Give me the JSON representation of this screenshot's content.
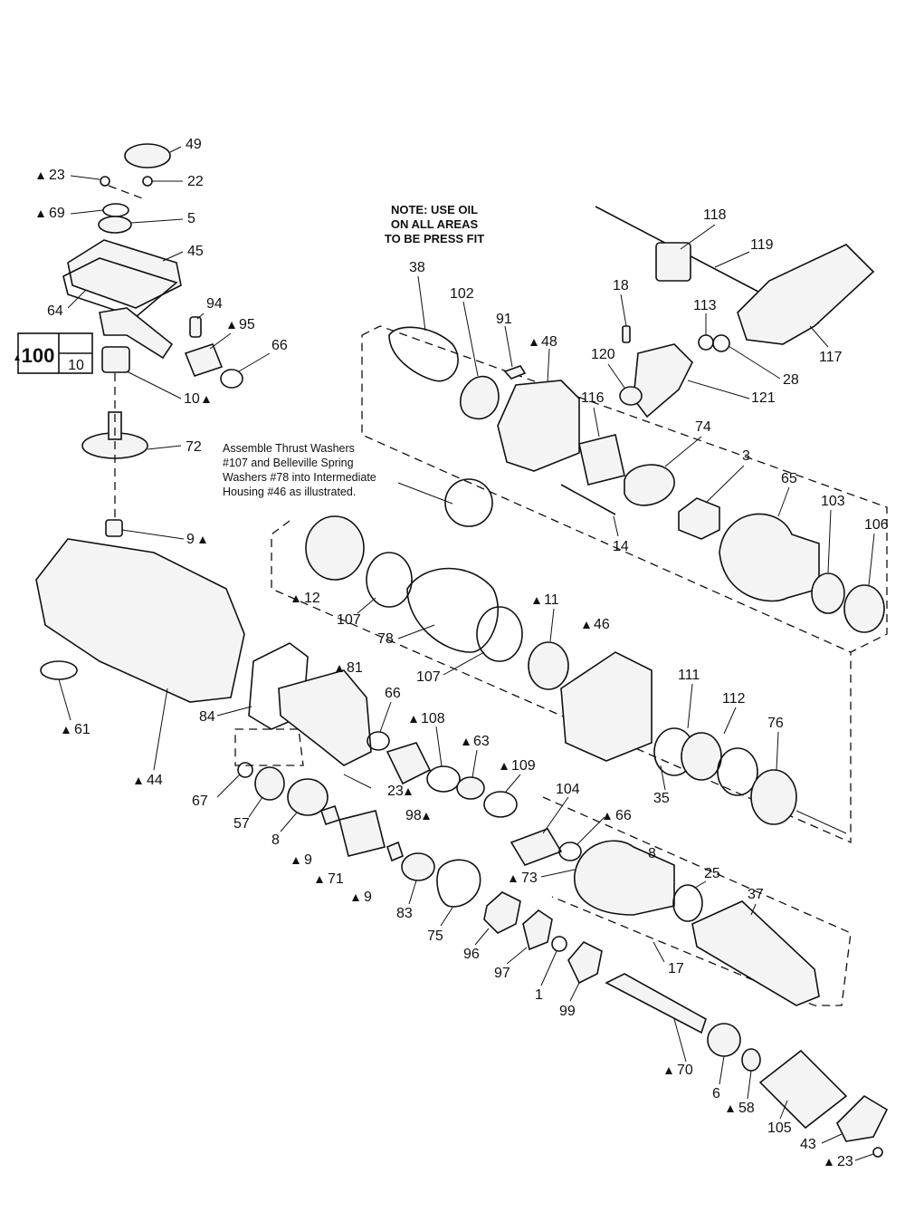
{
  "note": {
    "lines": [
      "NOTE: USE OIL",
      "ON ALL AREAS",
      "TO BE PRESS FIT"
    ]
  },
  "instruction": {
    "lines": [
      "Assemble Thrust Washers",
      "#107 and Belleville Spring",
      "Washers #78 into Intermediate",
      "Housing #46 as illustrated."
    ]
  },
  "kit_box": {
    "top": "100",
    "bottom": "10"
  },
  "callouts": {
    "p49": "49",
    "p23a": "23",
    "p22": "22",
    "p69": "69",
    "p5": "5",
    "p45": "45",
    "p64": "64",
    "p94": "94",
    "p95": "95",
    "p66a": "66",
    "p10": "10",
    "p72": "72",
    "p9a": "9",
    "p61": "61",
    "p44": "44",
    "p84": "84",
    "p38": "38",
    "p102": "102",
    "p91": "91",
    "p48": "48",
    "p18": "18",
    "p118": "118",
    "p119": "119",
    "p113": "113",
    "p28": "28",
    "p117": "117",
    "p120": "120",
    "p116": "116",
    "p121": "121",
    "p74": "74",
    "p3": "3",
    "p65": "65",
    "p103": "103",
    "p106": "106",
    "p14": "14",
    "p12": "12",
    "p107a": "107",
    "p78": "78",
    "p107b": "107",
    "p11": "11",
    "p46": "46",
    "p81": "81",
    "p66b": "66",
    "p108": "108",
    "p63": "63",
    "p109": "109",
    "p111": "111",
    "p112": "112",
    "p76": "76",
    "p35": "35",
    "p67": "67",
    "p57": "57",
    "p8a": "8",
    "p9b": "9",
    "p71": "71",
    "p9c": "9",
    "p23b": "23",
    "p98": "98",
    "p104": "104",
    "p66c": "66",
    "p8b": "8",
    "p73": "73",
    "p25": "25",
    "p37": "37",
    "p83": "83",
    "p75": "75",
    "p96": "96",
    "p97": "97",
    "p1": "1",
    "p17": "17",
    "p99": "99",
    "p70": "70",
    "p6": "6",
    "p58": "58",
    "p105": "105",
    "p43": "43",
    "p23c": "23"
  },
  "colors": {
    "ink": "#111111",
    "paper": "#ffffff"
  }
}
